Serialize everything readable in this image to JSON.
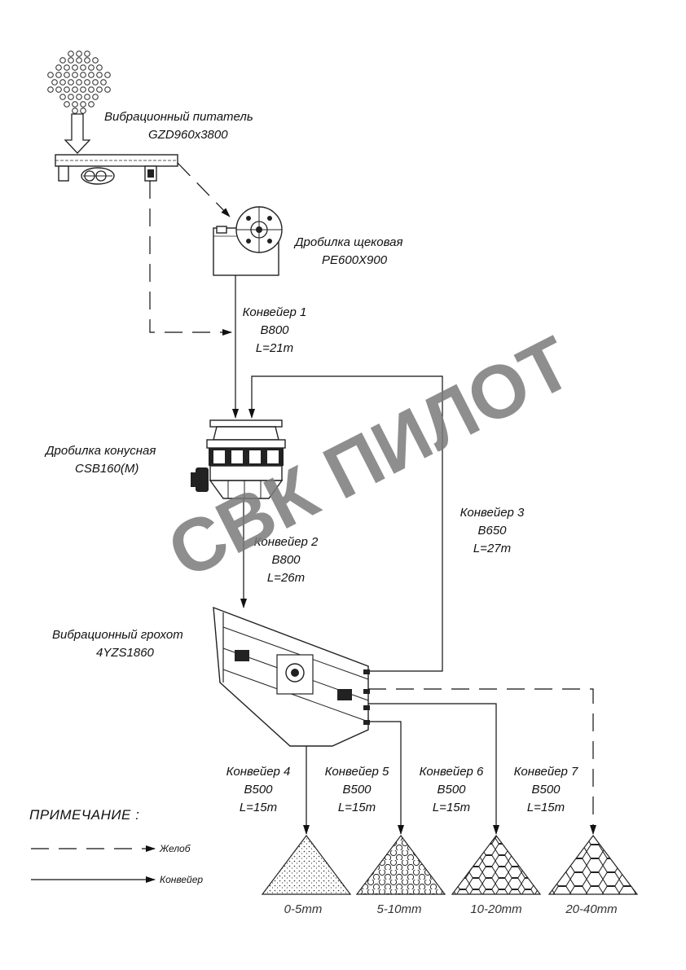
{
  "feeder": {
    "name": "Вибрационный питатель",
    "model": "GZD960x3800"
  },
  "jaw_crusher": {
    "name": "Дробилка щековая",
    "model": "PE600X900"
  },
  "conveyor1": {
    "name": "Конвейер 1",
    "width": "B800",
    "length": "L=21m"
  },
  "cone_crusher": {
    "name": "Дробилка конусная",
    "model": "CSB160(M)"
  },
  "conveyor2": {
    "name": "Конвейер 2",
    "width": "B800",
    "length": "L=26m"
  },
  "conveyor3": {
    "name": "Конвейер 3",
    "width": "B650",
    "length": "L=27m"
  },
  "screen": {
    "name": "Вибрационный грохот",
    "model": "4YZS1860"
  },
  "conveyors_out": [
    {
      "name": "Конвейер 4",
      "width": "B500",
      "length": "L=15m"
    },
    {
      "name": "Конвейер 5",
      "width": "B500",
      "length": "L=15m"
    },
    {
      "name": "Конвейер 6",
      "width": "B500",
      "length": "L=15m"
    },
    {
      "name": "Конвейер 7",
      "width": "B500",
      "length": "L=15m"
    }
  ],
  "products": [
    "0-5mm",
    "5-10mm",
    "10-20mm",
    "20-40mm"
  ],
  "note": {
    "title": "ПРИМЕЧАНИЕ :",
    "chute": "Желоб",
    "conveyor": "Конвейер"
  },
  "watermark": "СВК ПИЛОТ"
}
